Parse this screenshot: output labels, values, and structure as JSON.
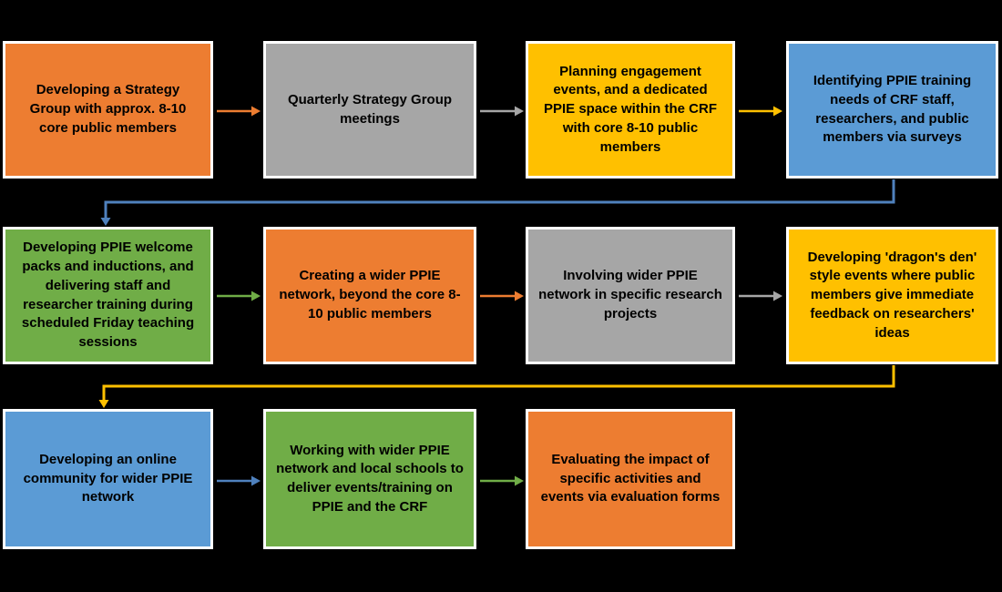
{
  "canvas": {
    "background_color": "#000000",
    "box_border_color": "#ffffff",
    "text_color": "#000000"
  },
  "palette": {
    "orange": "#ED7D31",
    "gray": "#A6A6A6",
    "gold": "#FFC000",
    "blue": "#5B9BD5",
    "green": "#70AD47",
    "connector_blue": "#4F81BD"
  },
  "boxes": [
    {
      "id": "box-1",
      "row": 1,
      "col": 1,
      "color": "#ED7D31",
      "color_name": "orange",
      "text": "Developing a Strategy Group with approx. 8-10 core public members"
    },
    {
      "id": "box-2",
      "row": 1,
      "col": 2,
      "color": "#A6A6A6",
      "color_name": "gray",
      "text": "Quarterly Strategy Group meetings"
    },
    {
      "id": "box-3",
      "row": 1,
      "col": 3,
      "color": "#FFC000",
      "color_name": "gold",
      "text": "Planning engagement events, and a dedicated PPIE space within the CRF with core 8-10 public members"
    },
    {
      "id": "box-4",
      "row": 1,
      "col": 4,
      "color": "#5B9BD5",
      "color_name": "blue",
      "text": "Identifying PPIE training needs of CRF staff, researchers, and public members via surveys"
    },
    {
      "id": "box-5",
      "row": 2,
      "col": 1,
      "color": "#70AD47",
      "color_name": "green",
      "text": "Developing PPIE welcome packs and inductions, and delivering staff and researcher training during scheduled Friday teaching sessions"
    },
    {
      "id": "box-6",
      "row": 2,
      "col": 2,
      "color": "#ED7D31",
      "color_name": "orange",
      "text": "Creating a wider PPIE network, beyond the core 8-10 public members"
    },
    {
      "id": "box-7",
      "row": 2,
      "col": 3,
      "color": "#A6A6A6",
      "color_name": "gray",
      "text": "Involving wider PPIE network in specific research projects"
    },
    {
      "id": "box-8",
      "row": 2,
      "col": 4,
      "color": "#FFC000",
      "color_name": "gold",
      "text": "Developing 'dragon's den' style events where public members give immediate feedback on researchers' ideas"
    },
    {
      "id": "box-9",
      "row": 3,
      "col": 1,
      "color": "#5B9BD5",
      "color_name": "blue",
      "text": "Developing an online community for wider PPIE network"
    },
    {
      "id": "box-10",
      "row": 3,
      "col": 2,
      "color": "#70AD47",
      "color_name": "green",
      "text": "Working with wider PPIE network and local schools to deliver events/training on PPIE and the CRF"
    },
    {
      "id": "box-11",
      "row": 3,
      "col": 3,
      "color": "#ED7D31",
      "color_name": "orange",
      "text": "Evaluating the impact of specific activities and events via evaluation forms"
    }
  ],
  "connectors": [
    {
      "from": "box-1",
      "to": "box-2",
      "type": "straight-right",
      "color": "#ED7D31"
    },
    {
      "from": "box-2",
      "to": "box-3",
      "type": "straight-right",
      "color": "#A6A6A6"
    },
    {
      "from": "box-3",
      "to": "box-4",
      "type": "straight-right",
      "color": "#FFC000"
    },
    {
      "from": "box-4",
      "to": "box-5",
      "type": "elbow-down-left",
      "color": "#4F81BD"
    },
    {
      "from": "box-5",
      "to": "box-6",
      "type": "straight-right",
      "color": "#70AD47"
    },
    {
      "from": "box-6",
      "to": "box-7",
      "type": "straight-right",
      "color": "#ED7D31"
    },
    {
      "from": "box-7",
      "to": "box-8",
      "type": "straight-right",
      "color": "#A6A6A6"
    },
    {
      "from": "box-8",
      "to": "box-9",
      "type": "elbow-down-left",
      "color": "#FFC000"
    },
    {
      "from": "box-9",
      "to": "box-10",
      "type": "straight-right",
      "color": "#4F81BD"
    },
    {
      "from": "box-10",
      "to": "box-11",
      "type": "straight-right",
      "color": "#70AD47"
    }
  ]
}
